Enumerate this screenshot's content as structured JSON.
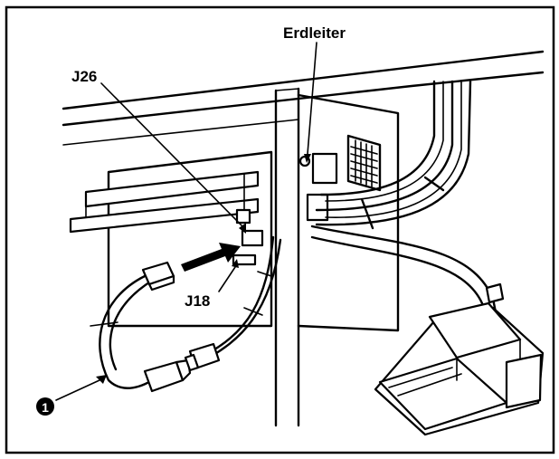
{
  "diagram": {
    "labels": {
      "ground": "Erdleiter",
      "connector_j26": "J26",
      "connector_j18": "J18",
      "item_marker": "1"
    },
    "colors": {
      "ink": "#000000",
      "paper": "#ffffff"
    }
  }
}
